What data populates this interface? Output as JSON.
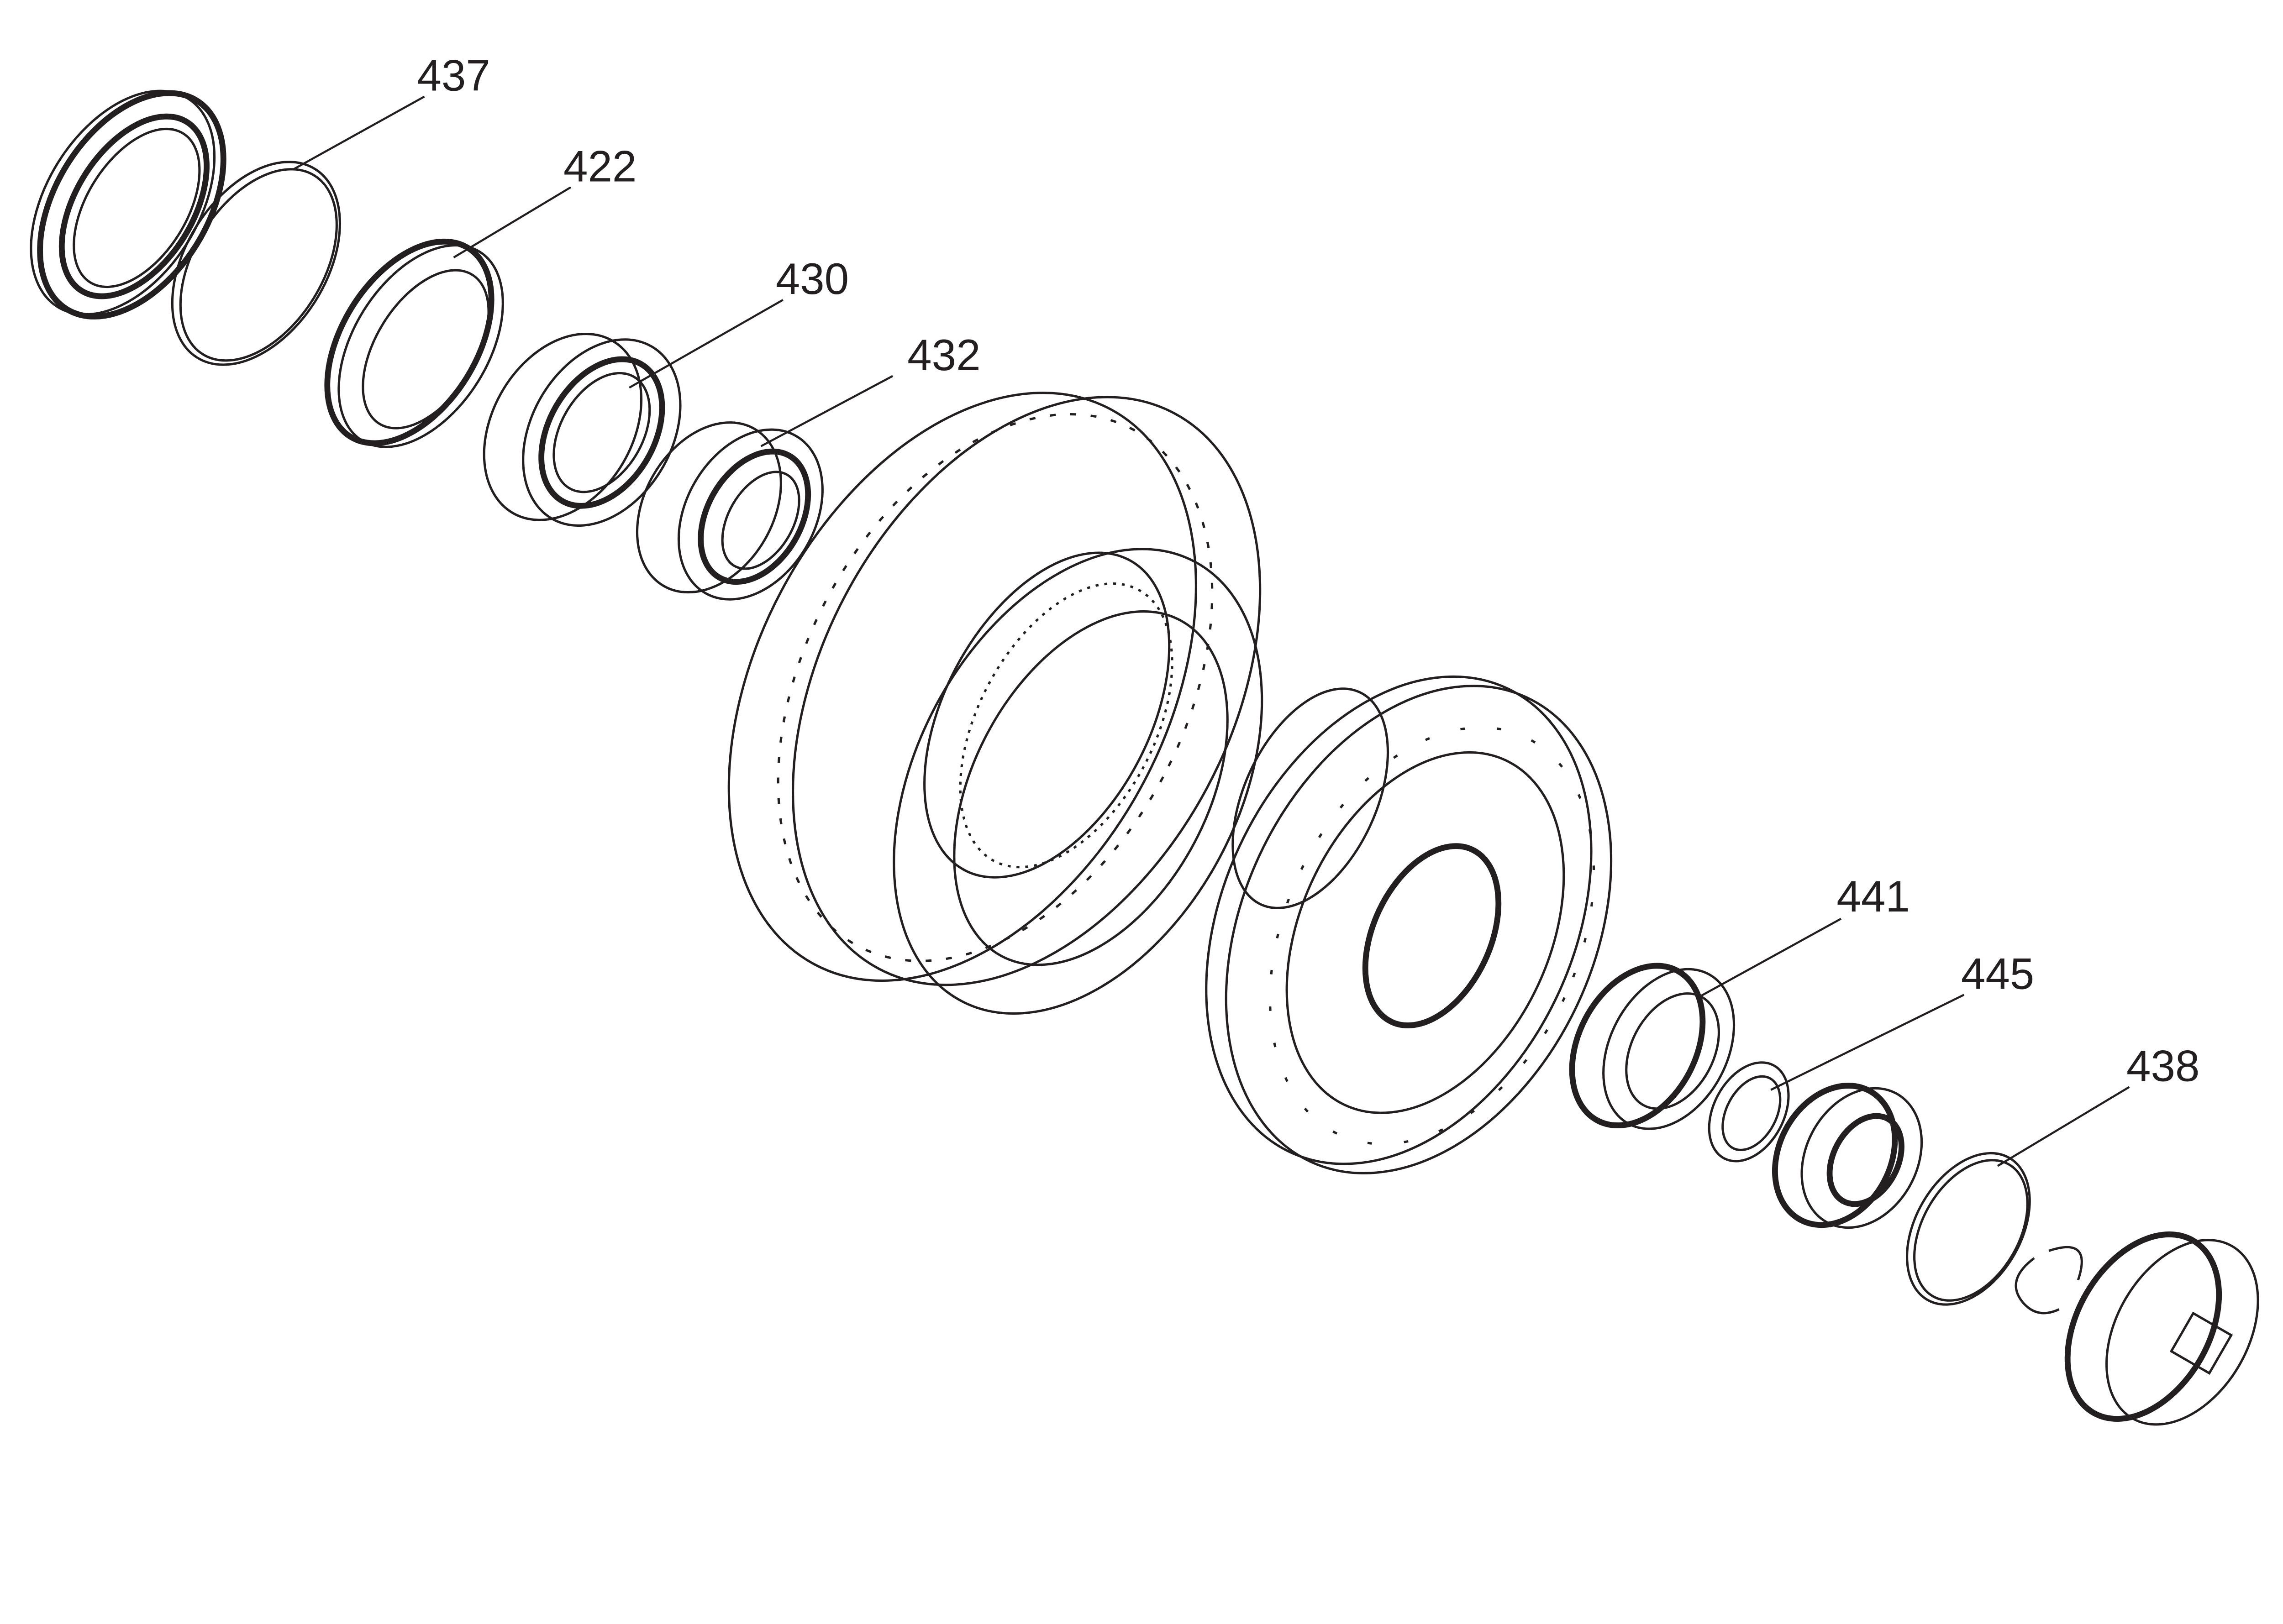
{
  "diagram": {
    "type": "exploded-parts-view",
    "parts": [
      {
        "id": "seal",
        "label": "437"
      },
      {
        "id": "retaining-ring",
        "label": "422"
      },
      {
        "id": "inner-bearing",
        "label": "430"
      },
      {
        "id": "outer-bearing",
        "label": "432"
      },
      {
        "id": "hub-bearing",
        "label": "441"
      },
      {
        "id": "lock-washer",
        "label": "445"
      },
      {
        "id": "snap-ring",
        "label": "438"
      }
    ],
    "colors": {
      "line": "#231f20",
      "background": "#ffffff"
    }
  }
}
